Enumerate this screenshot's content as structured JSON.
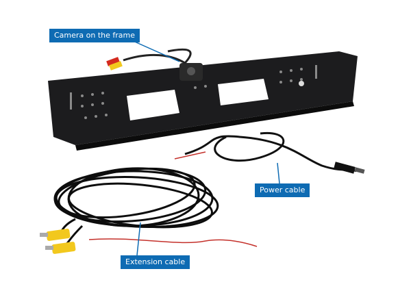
{
  "labels": {
    "camera": "Camera on the frame",
    "power": "Power cable",
    "extension": "Extension cable"
  },
  "colors": {
    "label_bg": "#0e6bb3",
    "plate": "#1c1c1e",
    "cable": "#111111",
    "rca_yellow": "#f2c81d",
    "rca_red": "#d42a1f",
    "wire_red": "#c4302a"
  }
}
